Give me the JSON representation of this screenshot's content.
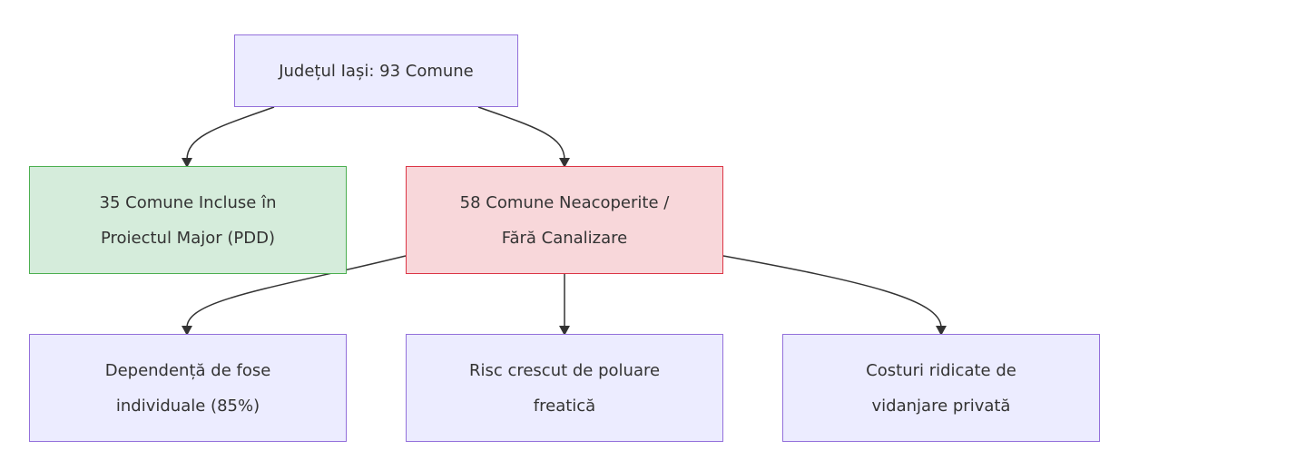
{
  "colors": {
    "default_fill": "#ececff",
    "default_stroke": "#9370db",
    "included_fill": "#d5ecdb",
    "included_stroke": "#4caf50",
    "uncovered_fill": "#f8d7da",
    "uncovered_stroke": "#dc3545",
    "edge": "#333333",
    "text": "#333333"
  },
  "nodes": {
    "root": {
      "lines": [
        "Județul Iași: 93 Comune"
      ]
    },
    "included": {
      "lines": [
        "35 Comune Incluse în",
        "Proiectul Major (PDD)"
      ]
    },
    "uncovered": {
      "lines": [
        "58 Comune Neacoperite /",
        "Fără Canalizare"
      ]
    },
    "dependency": {
      "lines": [
        "Dependență de fose",
        "individuale (85%)"
      ]
    },
    "risk": {
      "lines": [
        "Risc crescut de poluare",
        "freatică"
      ]
    },
    "costs": {
      "lines": [
        "Costuri ridicate de",
        "vidanjare privată"
      ]
    }
  },
  "edges": [
    {
      "from": "root",
      "to": "included"
    },
    {
      "from": "root",
      "to": "uncovered"
    },
    {
      "from": "uncovered",
      "to": "dependency"
    },
    {
      "from": "uncovered",
      "to": "risk"
    },
    {
      "from": "uncovered",
      "to": "costs"
    }
  ]
}
